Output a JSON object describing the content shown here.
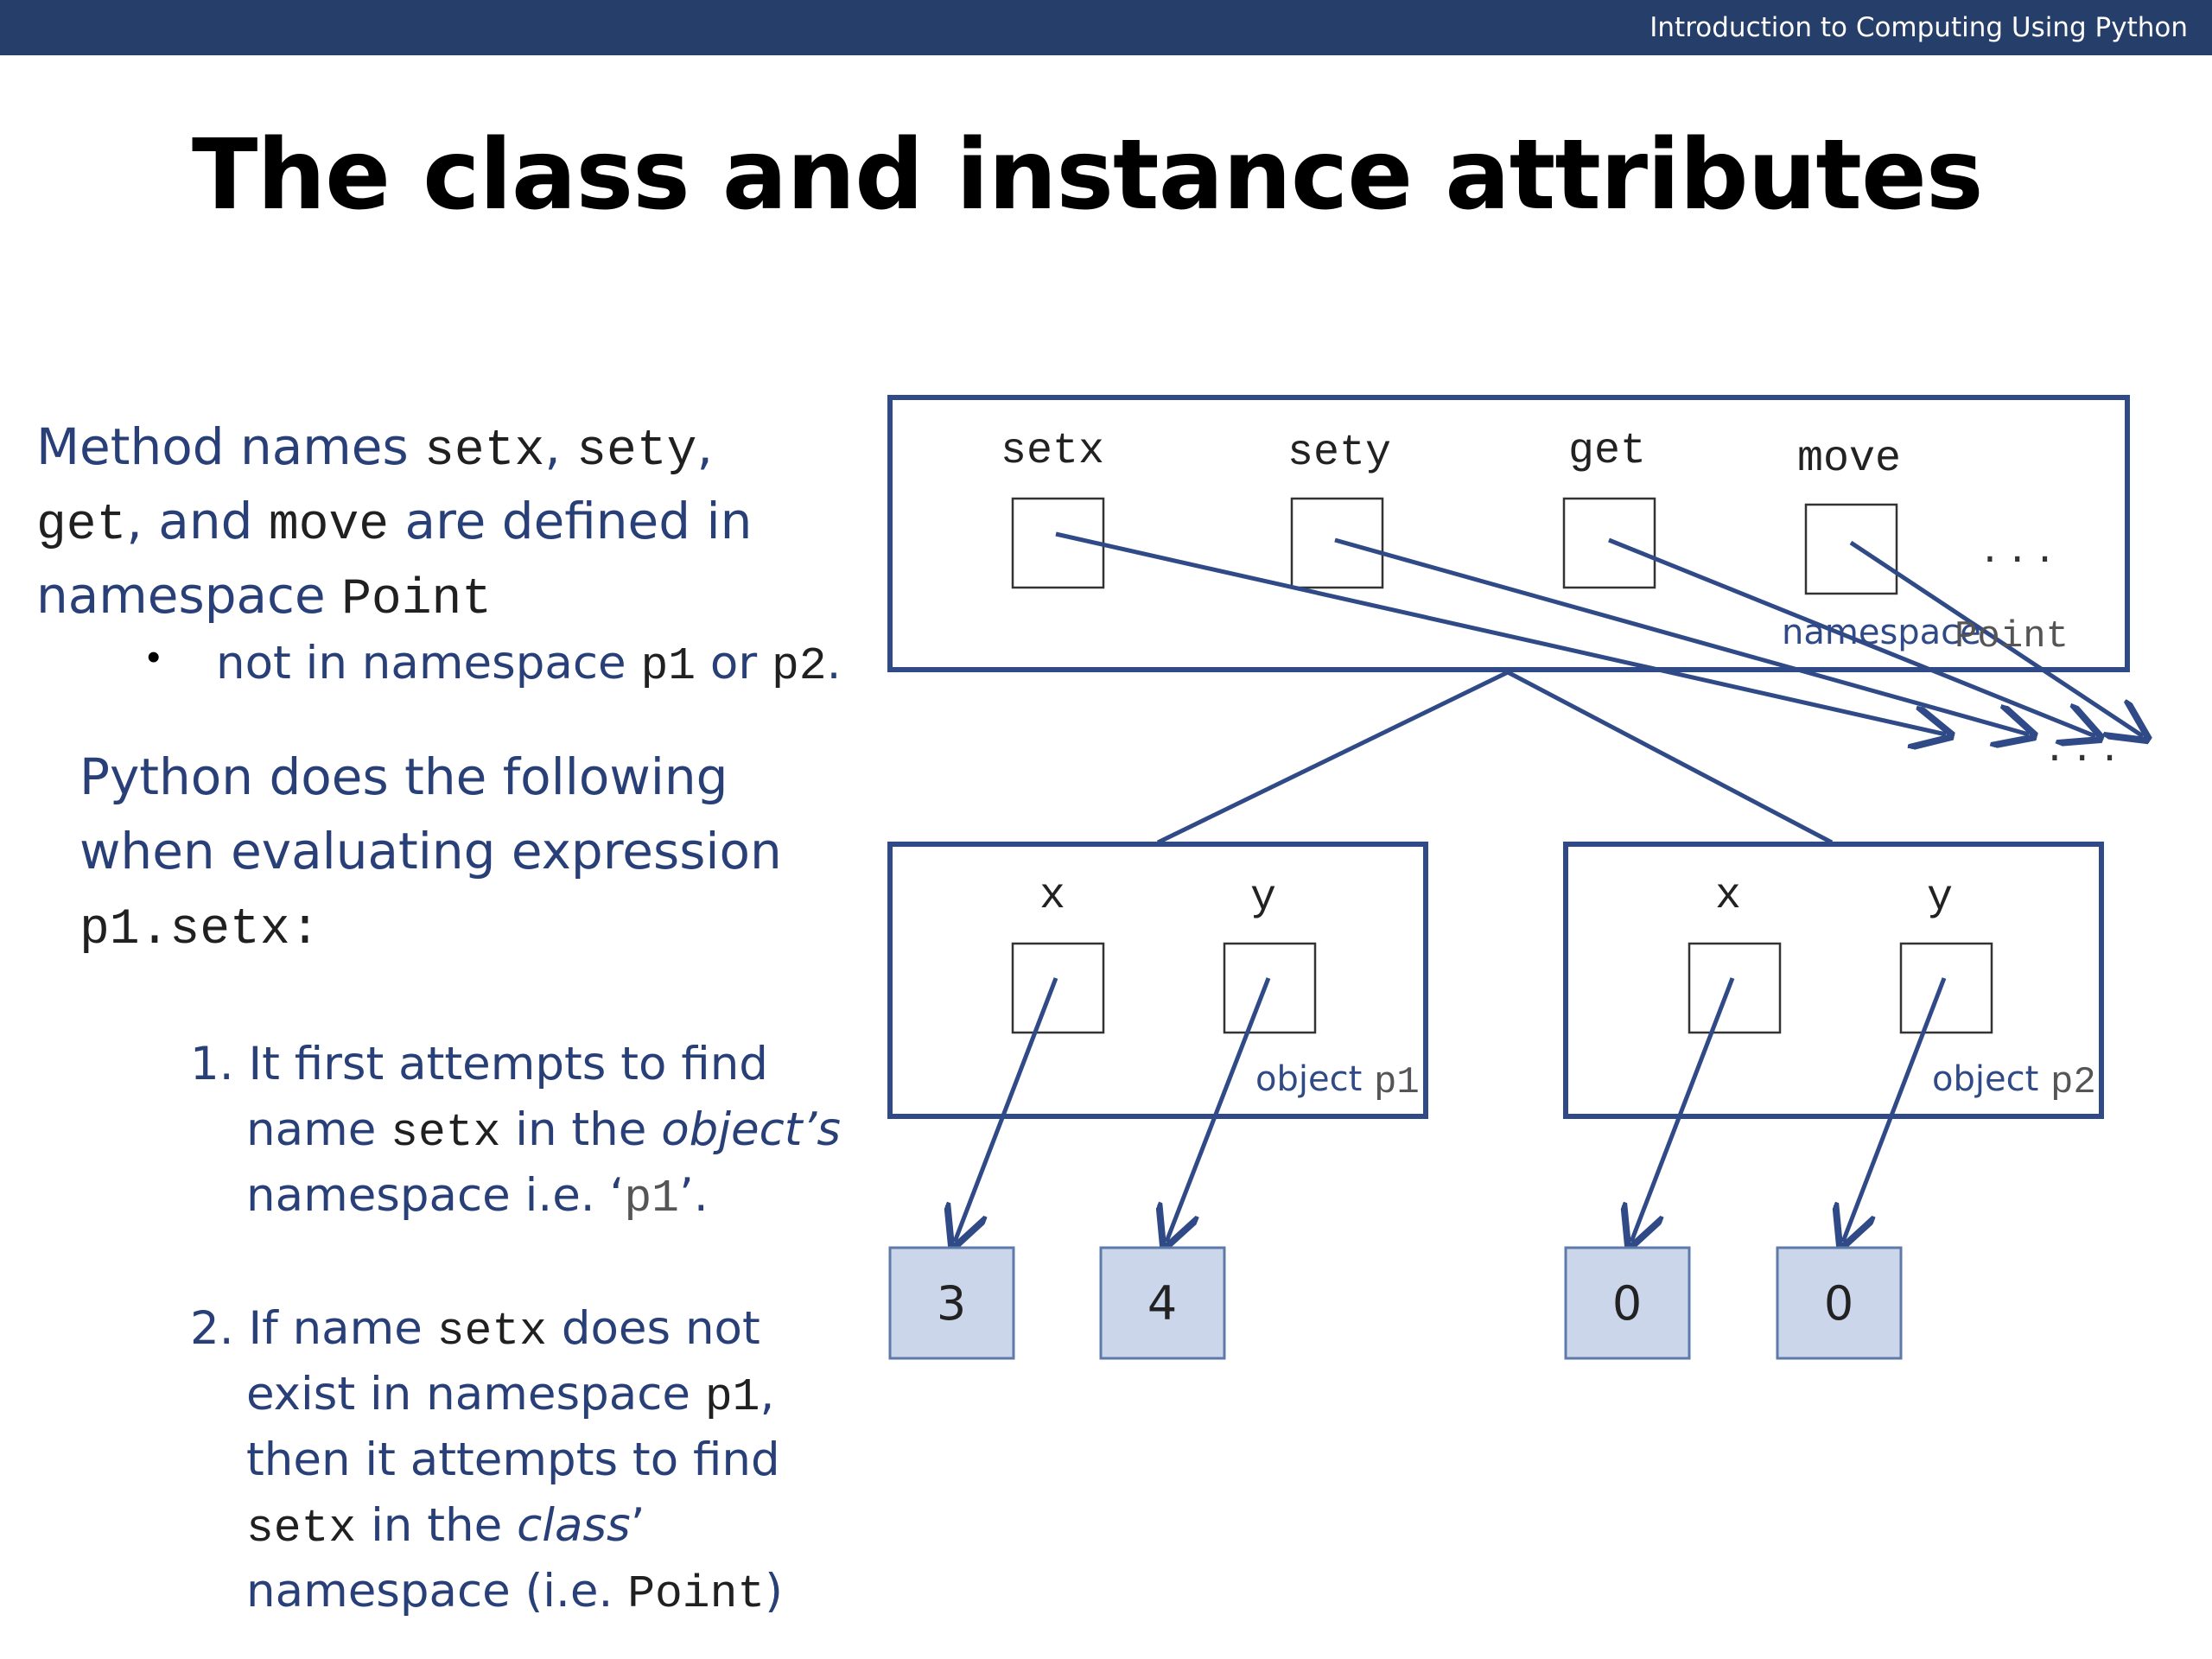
{
  "header": {
    "course": "Introduction to Computing Using Python"
  },
  "slide": {
    "title": "The class and instance attributes"
  },
  "left": {
    "para1": {
      "t1": "Method names ",
      "c1": "setx",
      "t2": ", ",
      "c2": "sety",
      "t3": ",",
      "c3": "get",
      "t4": ", and ",
      "c4": "move",
      "t5": " are defined in",
      "t6": "namespace ",
      "c5": "Point"
    },
    "bullet": {
      "t1": "not in namespace ",
      "c1": "p1",
      "t2": " or ",
      "c2": "p2",
      "t3": "."
    },
    "para2": {
      "line1": "Python does the following",
      "line2": "when evaluating expression",
      "code": "p1.setx:"
    },
    "step1": {
      "num": "1.",
      "t1": "It first attempts to find",
      "t2": "name ",
      "c1": "setx",
      "t3": " in the ",
      "em": "object’s",
      "t4": "namespace  i.e. ‘",
      "c2": "p1",
      "t5": "’."
    },
    "step2": {
      "num": "2.",
      "t1": "If name ",
      "c1": "setx",
      "t2": " does not",
      "t3": "exist in namespace ",
      "c2": "p1",
      "t4": ",",
      "t5": "then it attempts to find",
      "c3": "setx",
      "t6": " in the ",
      "em": "class",
      "t7": "’",
      "t8": "namespace (i.e. ",
      "c4": "Point",
      "t9": ")"
    }
  },
  "diagram": {
    "class_ns": {
      "methods": [
        "setx",
        "sety",
        "get",
        "move"
      ],
      "ellipsis": ". . .",
      "label_word": "namespace",
      "label_name": "Point"
    },
    "method_targets_ellipsis": ". . .",
    "objects": [
      {
        "label_word": "object",
        "label_name": "p1",
        "attrs": [
          "x",
          "y"
        ],
        "values": [
          "3",
          "4"
        ]
      },
      {
        "label_word": "object",
        "label_name": "p2",
        "attrs": [
          "x",
          "y"
        ],
        "values": [
          "0",
          "0"
        ]
      }
    ]
  },
  "colors": {
    "header_bar": "#263f6a",
    "text_blue": "#283f78",
    "frame": "#2f4a86",
    "value_fill": "#ccd6ea"
  }
}
